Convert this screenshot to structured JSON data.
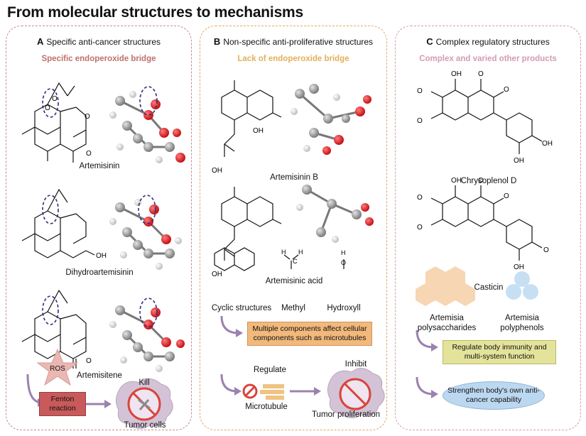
{
  "page": {
    "title": "From molecular structures to mechanisms"
  },
  "panels": {
    "a": {
      "letter": "A",
      "title": "Specific anti-cancer structures",
      "subtitle": "Specific endoperoxide bridge",
      "compounds": [
        "Artemisinin",
        "Dihydroartemisinin",
        "Artemisitene"
      ],
      "ros": "ROS",
      "fenton": "Fenton reaction",
      "kill": "Kill",
      "tumor": "Tumor cells"
    },
    "b": {
      "letter": "B",
      "title": "Non-specific anti-proliferative structures",
      "subtitle": "Lack of endoperoxide bridge",
      "compounds": [
        "Artemisinin B",
        "Artemisinic acid"
      ],
      "groups": [
        "Cyclic structures",
        "Methyl",
        "Hydroxyll"
      ],
      "box": "Multiple components affect cellular components such as microtubules",
      "regulate": "Regulate",
      "microtubule": "Microtubule",
      "inhibit": "Inhibit",
      "proliferation": "Tumor proliferation"
    },
    "c": {
      "letter": "C",
      "title": "Complex regulatory structures",
      "subtitle": "Complex and varied other products",
      "compounds": [
        "Chrysoplenol D",
        "Casticin"
      ],
      "poly1": "Artemisia polysaccharides",
      "poly2": "Artemisia polyphenols",
      "box1": "Regulate body immunity and multi-system function",
      "box2": "Strengthen body's own anti-cancer capability"
    }
  },
  "atoms": {
    "oh": "OH",
    "h": "H",
    "o": "O"
  },
  "colors": {
    "panel_a": "#c98a8a",
    "panel_b": "#e2a86a",
    "panel_c": "#d99aa7",
    "sub_a": "#c0706e",
    "sub_b": "#e3b05a",
    "sub_c": "#d39bb5",
    "arrow": "#9b82b0",
    "oxygen": "#e0282c"
  }
}
